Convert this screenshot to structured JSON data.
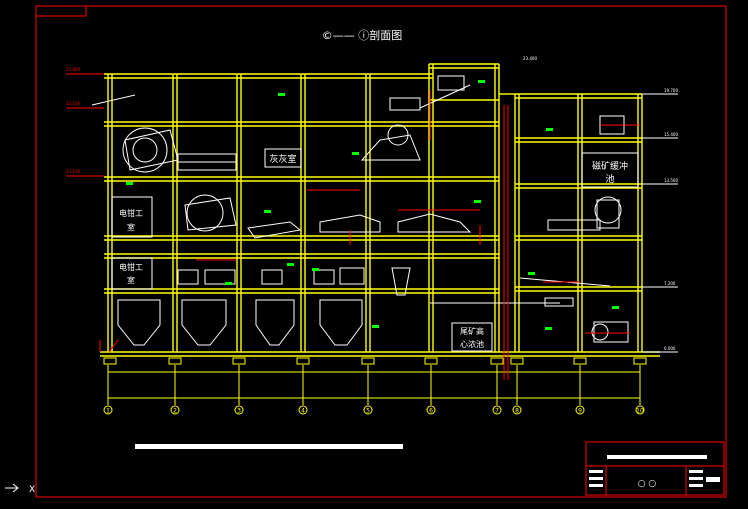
{
  "drawing": {
    "title": "©—— ⓘ剖面图",
    "colors": {
      "background": "#000000",
      "frame": "#ff0000",
      "structure": "#ffff00",
      "equipment": "#ffffff",
      "dimensions": "#ff0000",
      "labels": "#00ff00",
      "axis": "#ffff00"
    },
    "rooms": {
      "lime_room": "灰灰室",
      "mag_tank": "磁矿缓冲池",
      "mag_tank_1": "磁矿缓冲",
      "mag_tank_2": "池",
      "electric_room_1a": "电钳工",
      "electric_room_1b": "室",
      "electric_room_2a": "电钳工",
      "electric_room_2b": "室",
      "tailings_pool_1": "尾矿高",
      "tailings_pool_2": "心浓池"
    },
    "elevations_left": [
      "22.100",
      "17.500",
      "13.100"
    ],
    "elevations_right": [
      "19.700",
      "15.400",
      "13.500",
      "7.200",
      "0.000"
    ],
    "top_elevation": "23.400",
    "axis_labels": [
      "1",
      "2",
      "3",
      "4",
      "5",
      "6",
      "7",
      "8",
      "9",
      "10"
    ],
    "title_block": {
      "circles": "○ ○"
    },
    "icons": {
      "ucs": "ucs-icon",
      "cursor_x": "X"
    }
  }
}
